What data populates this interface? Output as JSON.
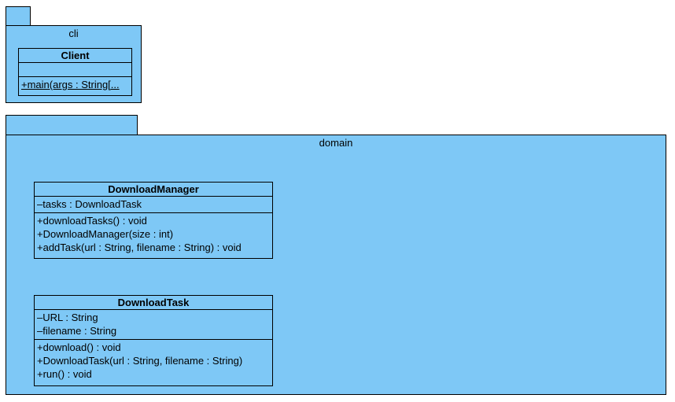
{
  "packages": {
    "cli": {
      "name": "cli",
      "classes": {
        "client": {
          "name": "Client",
          "attributes": [],
          "operations": [
            "+main(args : String[..."
          ]
        }
      }
    },
    "domain": {
      "name": "domain",
      "classes": {
        "download_manager": {
          "name": "DownloadManager",
          "attributes": [
            "–tasks : DownloadTask"
          ],
          "operations": [
            "+downloadTasks() : void",
            "+DownloadManager(size : int)",
            "+addTask(url : String, filename : String) : void"
          ]
        },
        "download_task": {
          "name": "DownloadTask",
          "attributes": [
            "–URL : String",
            "–filename : String"
          ],
          "operations": [
            "+download() : void",
            "+DownloadTask(url : String, filename : String)",
            "+run() : void"
          ]
        }
      }
    }
  },
  "colors": {
    "package_fill": "#7ec8f6",
    "class_fill": "#7ec8f6",
    "border": "#000000"
  }
}
